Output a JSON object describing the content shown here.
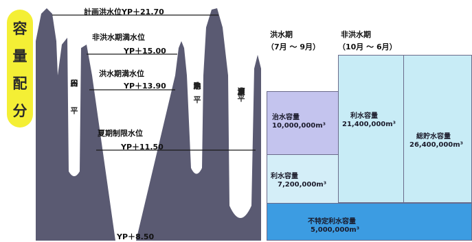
{
  "title_chars": [
    "容",
    "量",
    "配",
    "分"
  ],
  "levels": {
    "l1": "計画洪水位YP＋21.70",
    "l2": "非洪水期満水位",
    "l2v": "YP＋15.00",
    "l3": "洪水期満水位",
    "l3v": "YP＋13.90",
    "l4": "夏期制限水位",
    "l4v": "YP＋11.50",
    "l5": "YP＋8.50"
  },
  "channels": {
    "c1": [
      "谷",
      "田",
      "川",
      "平"
    ],
    "c2": [
      "池",
      "内",
      "水",
      "路",
      "平"
    ],
    "c3": [
      "渡",
      "良",
      "瀬",
      "川",
      "平"
    ]
  },
  "headers": {
    "flood": "洪水期",
    "flood_period": "（7月 ～ 9月）",
    "nonflood": "非洪水期",
    "nonflood_period": "（10月 ～ 6月）"
  },
  "boxes": {
    "flood_cap": {
      "label": "治水容量",
      "value": "10,000,000m³"
    },
    "water_use1": {
      "label": "利水容量",
      "value": "7,200,000m³"
    },
    "water_use2": {
      "label": "利水容量",
      "value": "21,400,000m³"
    },
    "total": {
      "label": "総貯水容量",
      "value": "26,400,000m³"
    },
    "unspec": {
      "label": "不特定利水容量",
      "value": "5,000,000m³"
    }
  },
  "colors": {
    "concrete": "#5a5a72",
    "flood_cap": "#c4c4ee",
    "water_use1": "#d4eef8",
    "water_use2": "#c8ecf6",
    "total": "#c8ecf6",
    "unspec": "#3c9ce2",
    "title_bg": "#f4ef35"
  }
}
